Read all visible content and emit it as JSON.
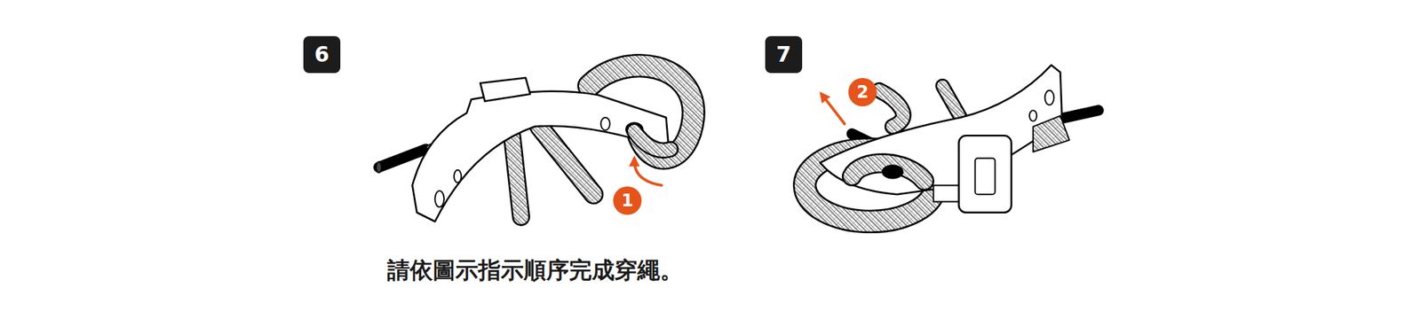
{
  "diagram": {
    "caption": "請依圖示指示順序完成穿繩。",
    "nodes": [
      {
        "text": [
          "6"
        ]
      },
      {
        "text": [
          "1"
        ]
      },
      {
        "text": [
          "7"
        ]
      },
      {
        "text": [
          "2"
        ]
      }
    ]
  }
}
